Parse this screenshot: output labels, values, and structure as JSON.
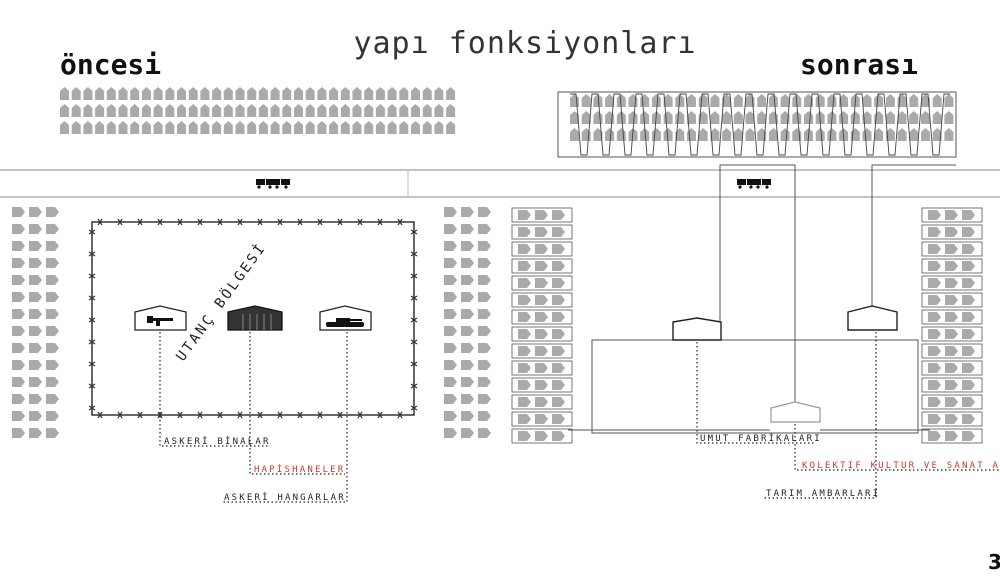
{
  "title": "yapı fonksiyonları",
  "headings": {
    "before": "öncesi",
    "after": "sonrası"
  },
  "zone_label": "UTANÇ BÖLGESİ",
  "labels_before": {
    "military_buildings": "ASKERİ BİNALAR",
    "prisons": "HAPİSHANELER",
    "military_hangars": "ASKERİ HANGARLAR"
  },
  "labels_after": {
    "hope_factories": "UMUT FABRİKALARI",
    "collective_culture": "KOLEKTİF KÜLTÜR VE SANAT ATÖ",
    "farm_storage": "TARIM AMBARLARI"
  },
  "page_number": "3",
  "colors": {
    "highlight": "#d3352c",
    "house": "#aaaaaa",
    "ink": "#222222"
  },
  "icons": [
    "rifle-icon",
    "prison-hand-icon",
    "tank-icon",
    "truck-icon",
    "barbed-wire"
  ]
}
